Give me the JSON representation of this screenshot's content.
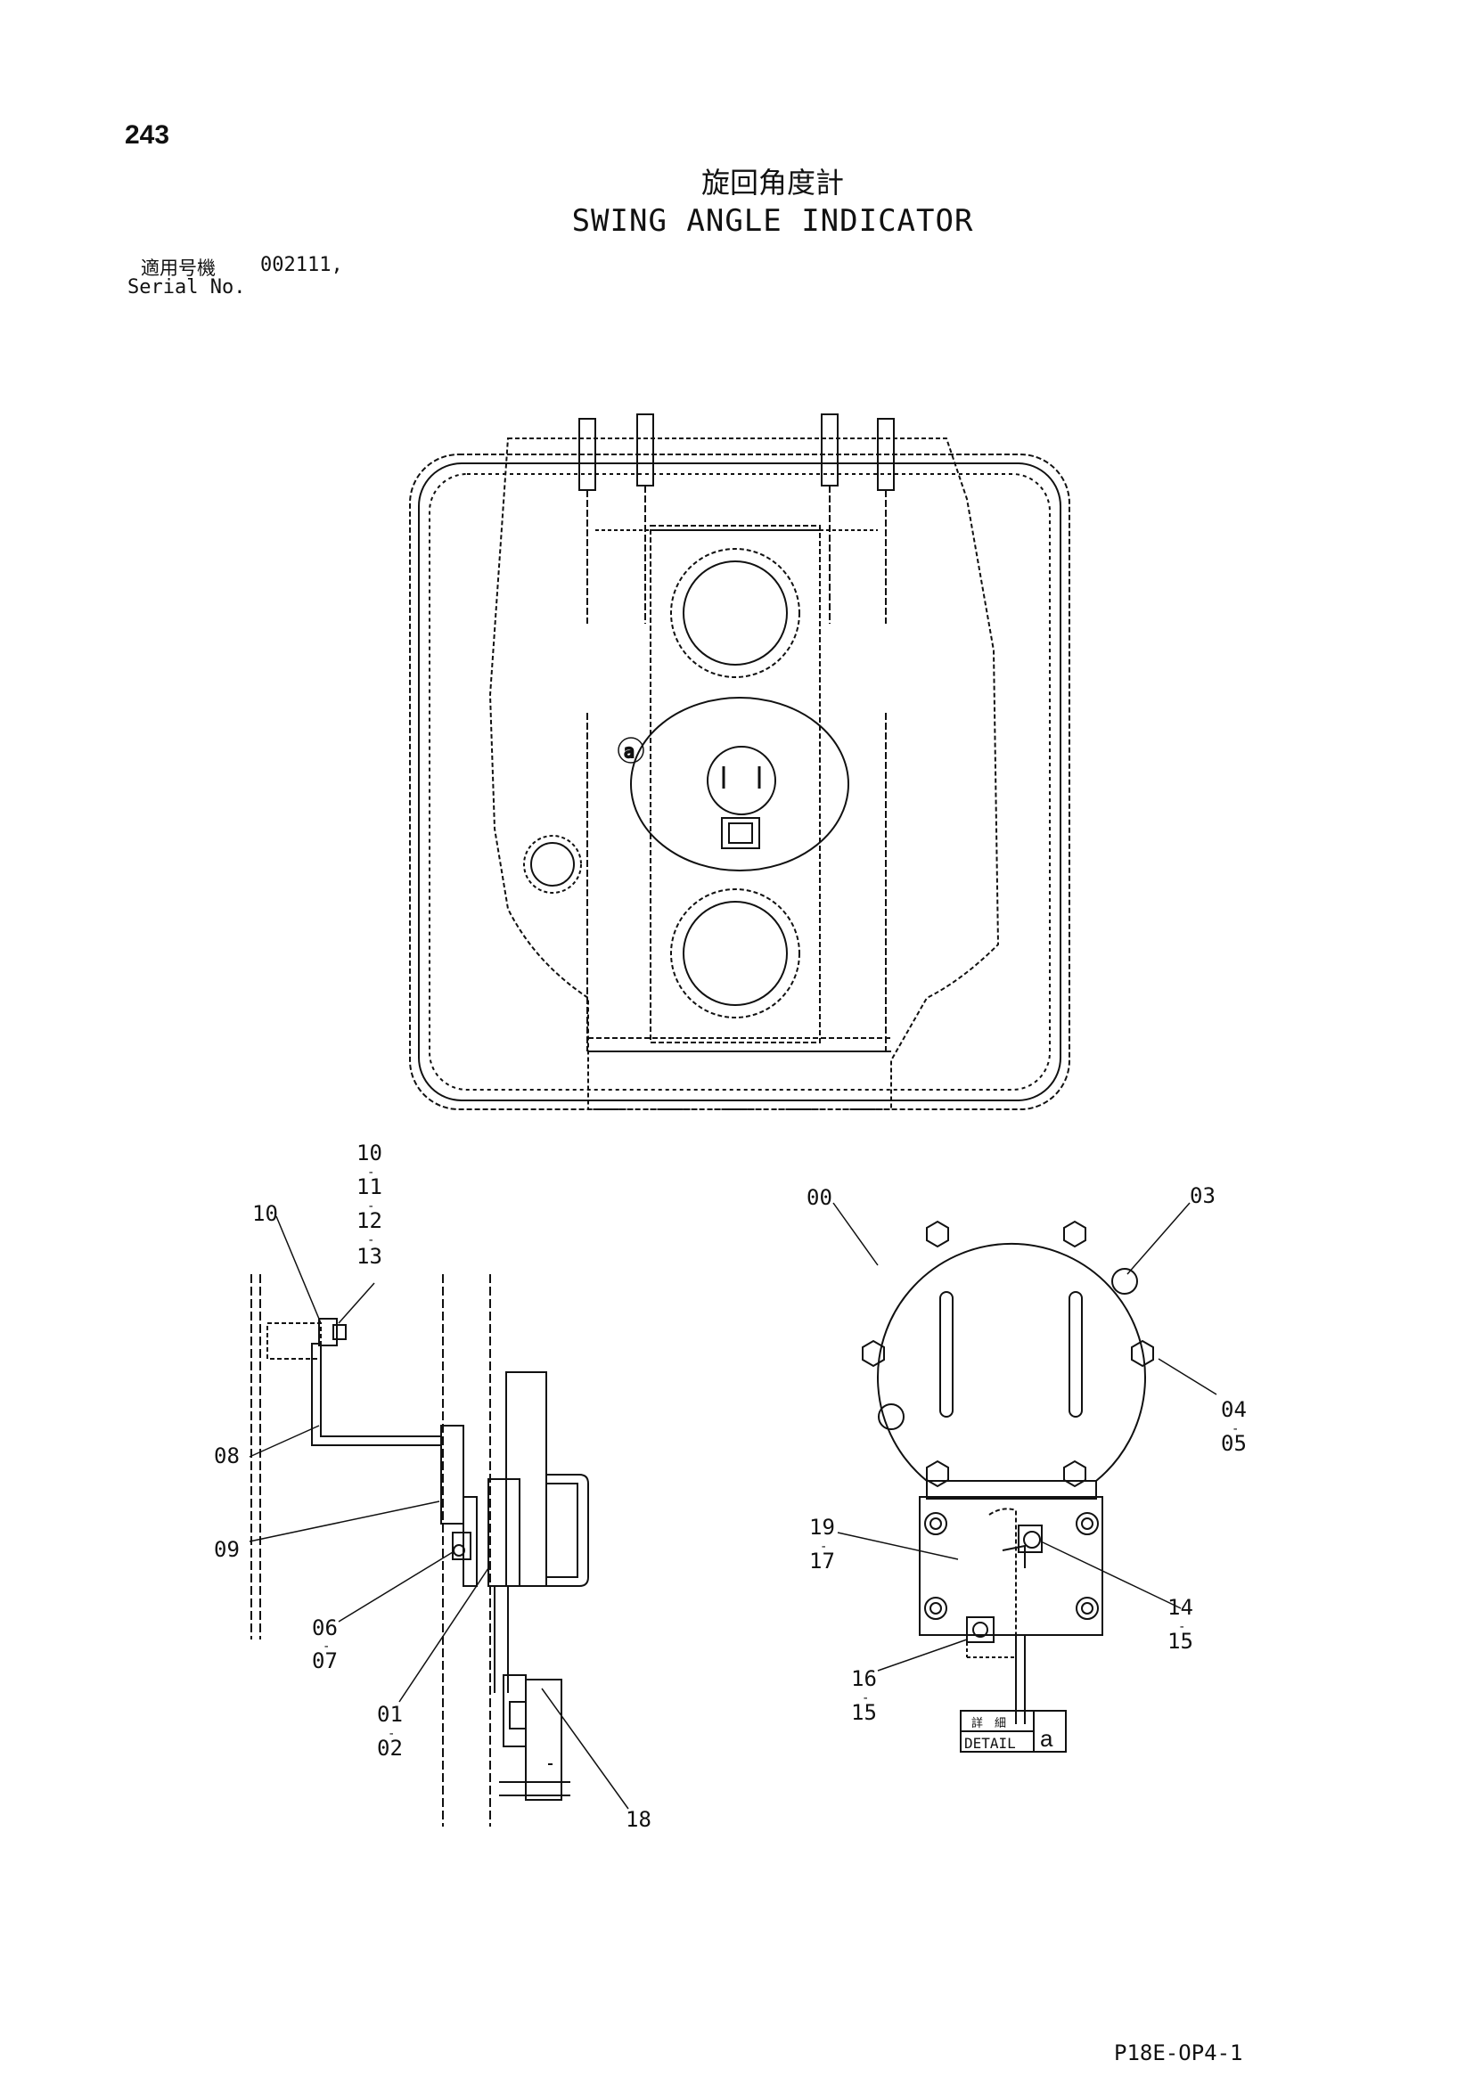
{
  "page_number": "243",
  "title": {
    "japanese": "旋回角度計",
    "english": "SWING ANGLE INDICATOR"
  },
  "serial": {
    "label_jp": "適用号機",
    "number": "002111,",
    "label_en": "Serial No."
  },
  "detail_marker": "a",
  "detail_box": {
    "label_jp": "詳　細",
    "label_en": "DETAIL",
    "ref": "a"
  },
  "side_view_callouts": {
    "stack_top": [
      "10",
      "11",
      "12",
      "13"
    ],
    "c10": "10",
    "c08": "08",
    "c09": "09",
    "c06_07": [
      "06",
      "07"
    ],
    "c01_02": [
      "01",
      "02"
    ],
    "c18": "18"
  },
  "detail_view_callouts": {
    "c00": "00",
    "c03": "03",
    "c04_05": [
      "04",
      "05"
    ],
    "c19_17": [
      "19",
      "17"
    ],
    "c14_15": [
      "14",
      "15"
    ],
    "c16_15": [
      "16",
      "15"
    ]
  },
  "drawing_code": "P18E-OP4-1"
}
